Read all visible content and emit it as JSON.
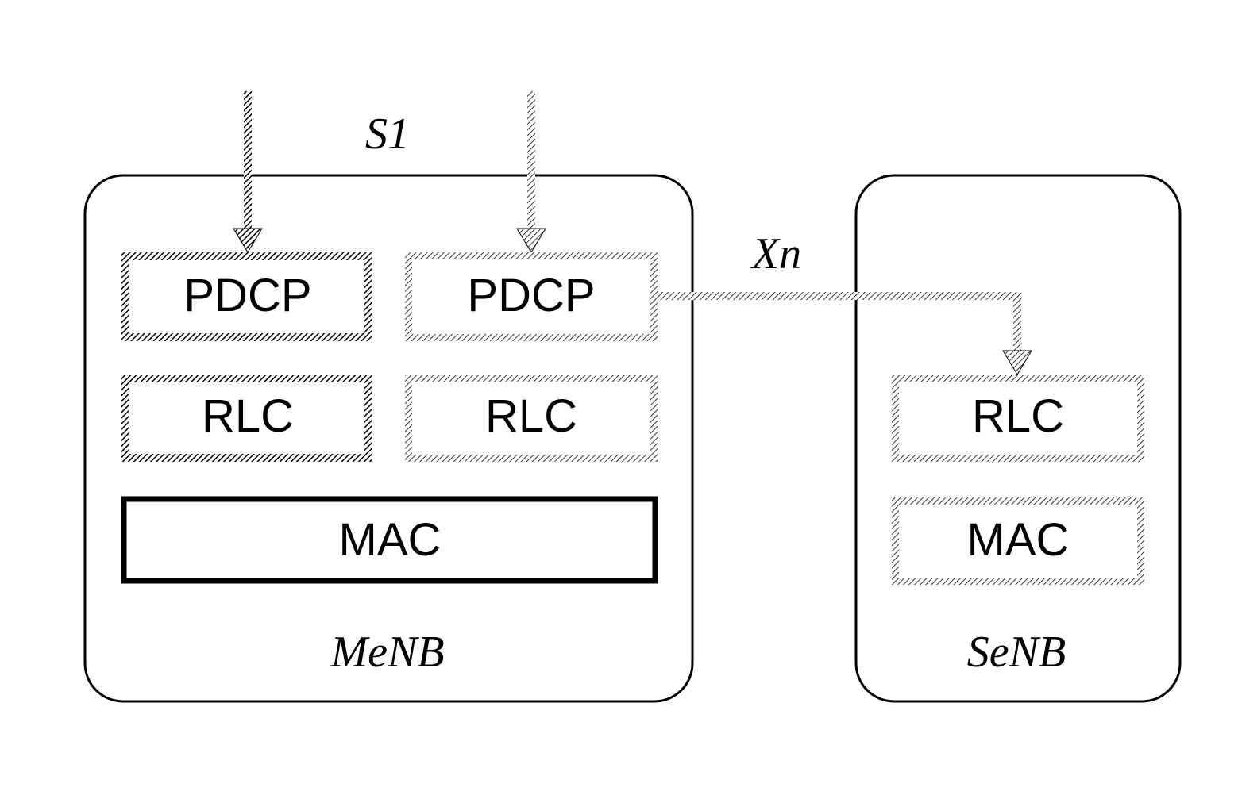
{
  "labels": {
    "s1": "S1",
    "xn": "Xn",
    "menb": "MeNB",
    "senb": "SeNB"
  },
  "menb": {
    "bearer1": {
      "pdcp": "PDCP",
      "rlc": "RLC"
    },
    "bearer2": {
      "pdcp": "PDCP",
      "rlc": "RLC"
    },
    "mac": "MAC"
  },
  "senb": {
    "rlc": "RLC",
    "mac": "MAC"
  },
  "colors": {
    "stroke": "#000000",
    "background": "#ffffff"
  }
}
